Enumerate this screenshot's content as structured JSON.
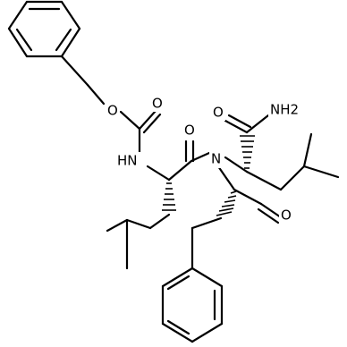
{
  "atom_labels": {
    "ester_oxygen": "O",
    "carbonyl_oxygen_carbamate": "O",
    "carbamate_nh": "HN",
    "carbonyl_oxygen_amide": "O",
    "tertiary_amide_nitrogen": "N",
    "carboxamide_oxygen": "O",
    "carboxamide_nh2": "NH2",
    "aldehyde_oxygen": "O"
  },
  "colors": {
    "bond": "#000000",
    "background": "#ffffff"
  }
}
